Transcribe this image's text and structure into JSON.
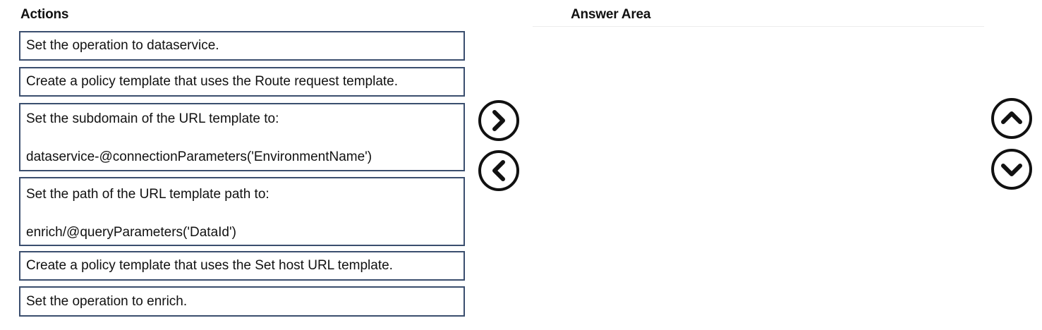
{
  "actions_panel": {
    "title": "Actions",
    "items": [
      {
        "lines": [
          "Set the operation to dataservice."
        ]
      },
      {
        "lines": [
          "Create a policy template that uses the Route request template."
        ]
      },
      {
        "lines": [
          "Set the subdomain of the URL template to:",
          "dataservice-@connectionParameters('EnvironmentName')"
        ]
      },
      {
        "lines": [
          "Set the path of the URL template path to:",
          "enrich/@queryParameters('DataId')"
        ]
      },
      {
        "lines": [
          "Create a policy template that uses the Set host URL template."
        ]
      },
      {
        "lines": [
          "Set the operation to enrich."
        ]
      }
    ]
  },
  "answer_panel": {
    "title": "Answer Area",
    "items": []
  },
  "controls": {
    "move_right_icon": "chevron-right-icon",
    "move_left_icon": "chevron-left-icon",
    "move_up_icon": "chevron-up-icon",
    "move_down_icon": "chevron-down-icon"
  },
  "colors": {
    "item_border": "#3a4e6e",
    "text": "#111111",
    "button_border": "#111111"
  }
}
